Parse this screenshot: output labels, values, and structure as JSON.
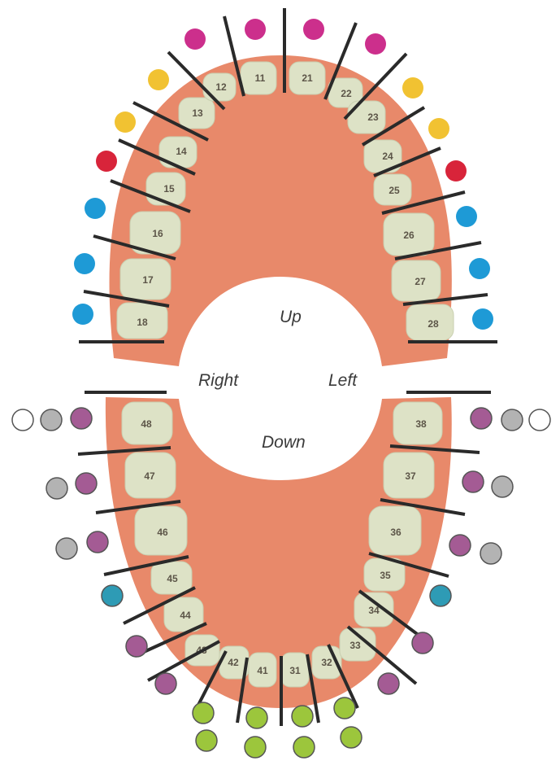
{
  "directions": {
    "up": "Up",
    "down": "Down",
    "right": "Right",
    "left": "Left"
  },
  "colors": {
    "gum": "#e8896a",
    "gum_dark": "#d97354",
    "tooth": "#dde2c6",
    "tooth_edge": "#c9cfb0",
    "line": "#2a2a2a",
    "magenta": "#cc2f8c",
    "yellow": "#f1c232",
    "red": "#d8243a",
    "blue": "#1e9ad6",
    "purple": "#a45b94",
    "gray": "#b3b3b3",
    "white": "#ffffff",
    "teal": "#2e9bb5",
    "green": "#9cc63c"
  },
  "upper_teeth": [
    "18",
    "17",
    "16",
    "15",
    "14",
    "13",
    "12",
    "11",
    "21",
    "22",
    "23",
    "24",
    "25",
    "26",
    "27",
    "28"
  ],
  "lower_teeth": [
    "48",
    "47",
    "46",
    "45",
    "44",
    "43",
    "42",
    "41",
    "31",
    "32",
    "33",
    "34",
    "35",
    "36",
    "37",
    "38"
  ]
}
